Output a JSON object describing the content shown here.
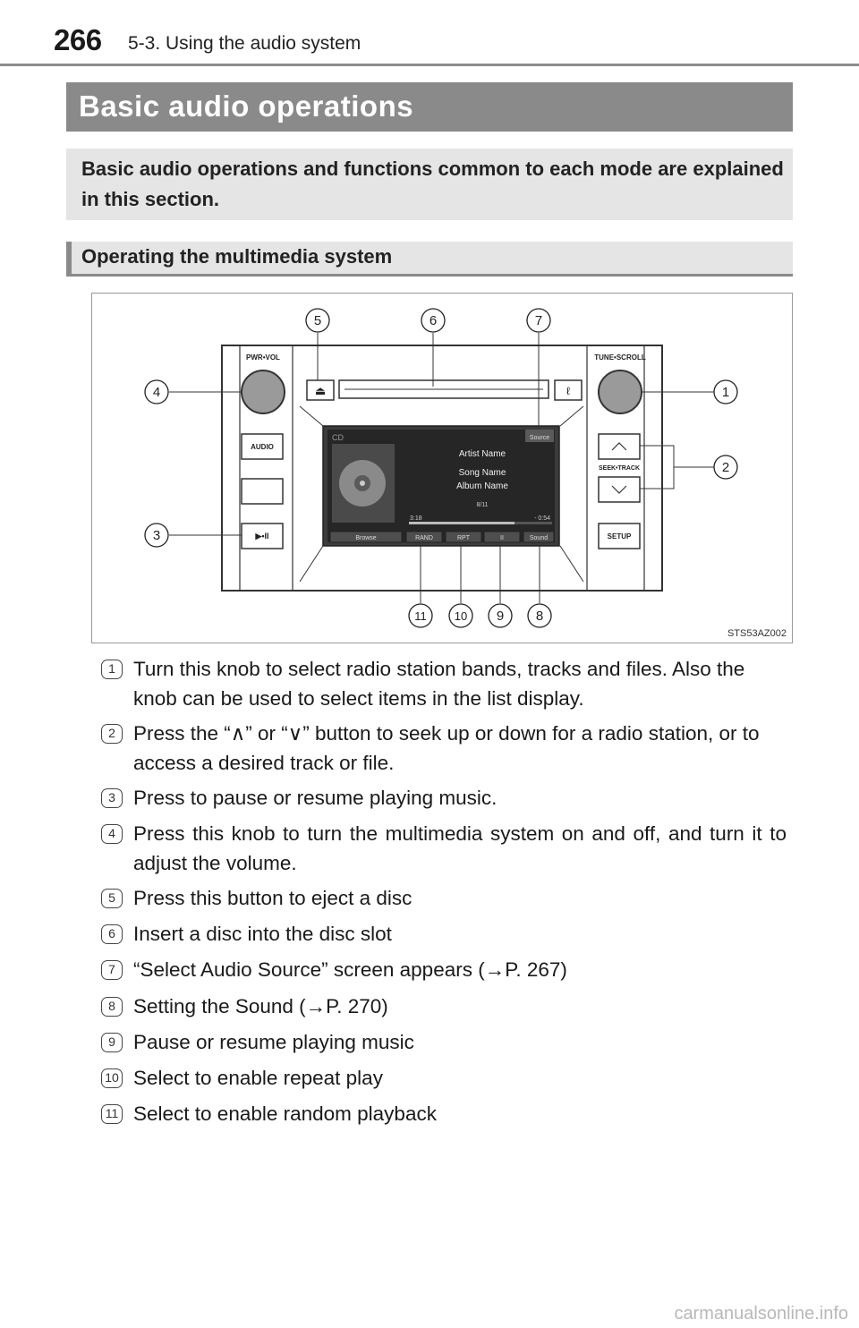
{
  "header": {
    "page_number": "266",
    "section_ref": "5-3. Using the audio system"
  },
  "title": "Basic audio operations",
  "intro": "Basic audio operations and functions common to each mode are explained in this section.",
  "subsection": "Operating the multimedia system",
  "figure": {
    "figure_id": "STS53AZ002",
    "unit_labels": {
      "pwr_vol": "PWR•VOL",
      "tune_scroll": "TUNE•SCROLL",
      "audio": "AUDIO",
      "play_pause": "▶•II",
      "seek_track": "SEEK•TRACK",
      "setup": "SETUP"
    },
    "screen": {
      "mode": "CD",
      "source": "Source",
      "artist": "Artist Name",
      "song": "Song Name",
      "album": "Album Name",
      "track": "8/11",
      "time_elapsed": "3:18",
      "time_remaining": "- 0:54",
      "buttons": [
        "Browse",
        "RAND",
        "RPT",
        "II",
        "Sound"
      ]
    },
    "callouts": [
      "1",
      "2",
      "3",
      "4",
      "5",
      "6",
      "7",
      "8",
      "9",
      "10",
      "11"
    ]
  },
  "steps": [
    {
      "num": "1",
      "text": "Turn this knob to select radio station bands, tracks and files. Also the knob can be used to select items in the list display."
    },
    {
      "num": "2",
      "text": "Press the “∧” or “∨” button to seek up or down for a radio station, or to access a desired track or file."
    },
    {
      "num": "3",
      "text": "Press to pause or resume playing music."
    },
    {
      "num": "4",
      "text": "Press this knob to turn the multimedia system on and off, and turn it to adjust the volume."
    },
    {
      "num": "5",
      "text": "Press this button to eject a disc"
    },
    {
      "num": "6",
      "text": "Insert a disc into the disc slot"
    },
    {
      "num": "7",
      "text": "“Select Audio Source” screen appears (→P. 267)"
    },
    {
      "num": "8",
      "text": "Setting the Sound (→P. 270)"
    },
    {
      "num": "9",
      "text": "Pause or resume playing music"
    },
    {
      "num": "10",
      "text": "Select to enable repeat play"
    },
    {
      "num": "11",
      "text": "Select to enable random playback"
    }
  ],
  "watermark": "carmanualsonline.info"
}
